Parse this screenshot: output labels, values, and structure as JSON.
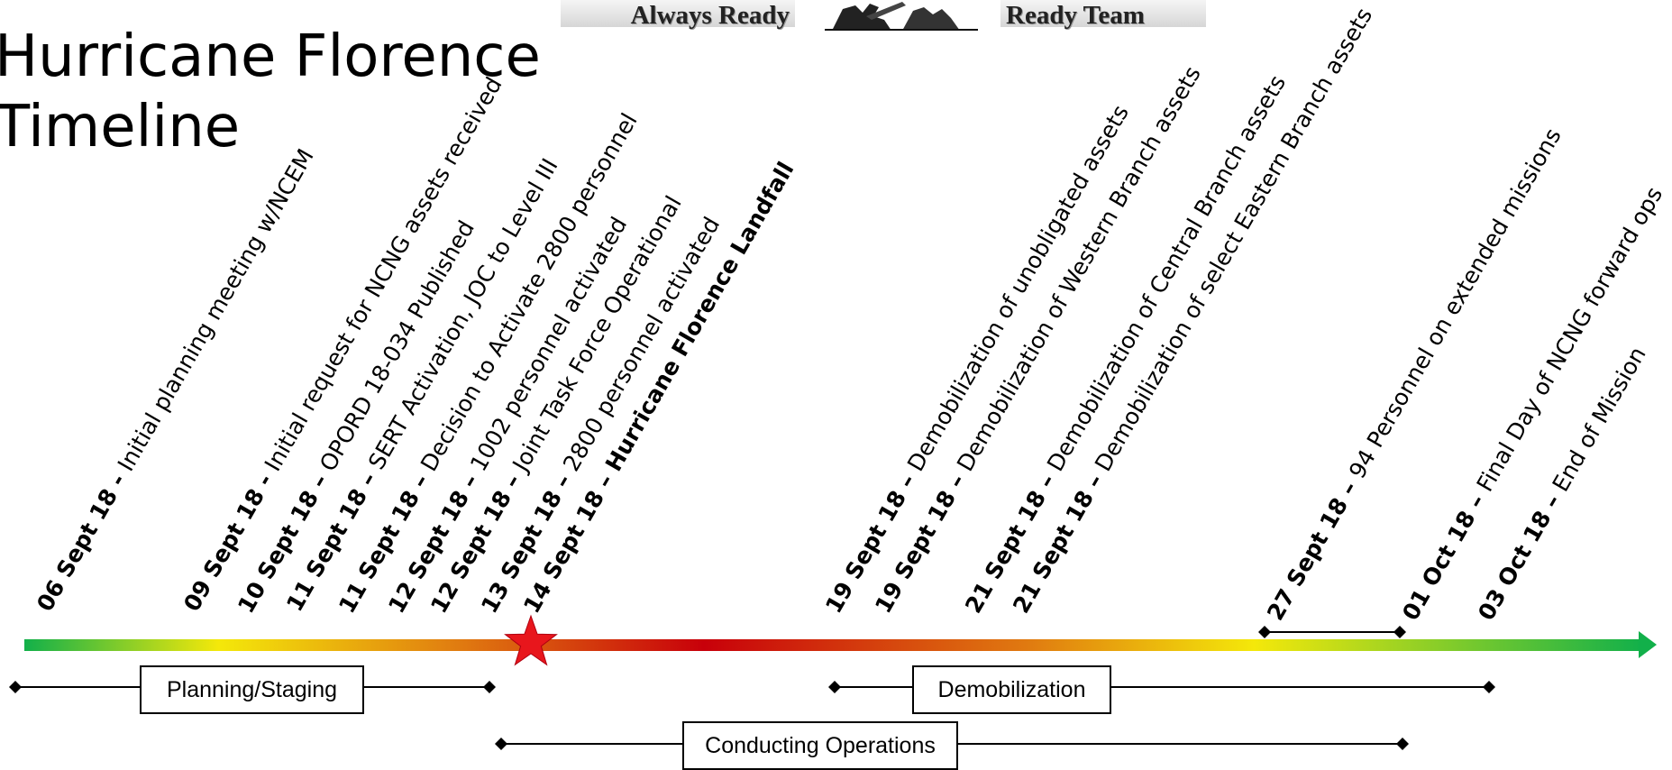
{
  "header": {
    "title_line1": "Hurricane Florence",
    "title_line2": "Timeline",
    "logo_left": "Always Ready",
    "logo_right": "Ready Team"
  },
  "colors": {
    "arrow_gradient": [
      "#12b04a",
      "#f4e80a",
      "#e07a10",
      "#c8000a",
      "#e07a10",
      "#f4e80a",
      "#12b04a"
    ],
    "star": "#e8161c",
    "text": "#000000"
  },
  "events": [
    {
      "date": "06 Sept 18",
      "sep": " - ",
      "text": "Initial planning meeting w/NCEM",
      "bold_text": false
    },
    {
      "date": "09 Sept 18",
      "sep": " - ",
      "text": "Initial request for NCNG assets received",
      "bold_text": false
    },
    {
      "date": "10 Sept 18",
      "sep": " – ",
      "text": "OPORD 18-034 Published",
      "bold_text": false
    },
    {
      "date": "11 Sept 18",
      "sep": " – ",
      "text": "SERT Activation, JOC to Level III",
      "bold_text": false
    },
    {
      "date": "11 Sept 18",
      "sep": " – ",
      "text": "Decision to Activate 2800 personnel",
      "bold_text": false
    },
    {
      "date": "12 Sept 18",
      "sep": " – ",
      "text": "1002 personnel activated",
      "bold_text": false
    },
    {
      "date": "12 Sept 18",
      "sep": " – ",
      "text": "Joint Task Force Operational",
      "bold_text": false
    },
    {
      "date": "13 Sept 18",
      "sep": " – ",
      "text": "2800 personnel activated",
      "bold_text": false
    },
    {
      "date": "14 Sept 18",
      "sep": " – ",
      "text": "Hurricane Florence Landfall",
      "bold_text": true
    },
    {
      "date": "19 Sept 18",
      "sep": " – ",
      "text": "Demobilization of unobligated assets",
      "bold_text": false
    },
    {
      "date": "19 Sept 18",
      "sep": " – ",
      "text": "Demobilization of Western Branch assets",
      "bold_text": false
    },
    {
      "date": "21 Sept 18",
      "sep": " – ",
      "text": "Demobilization of Central Branch assets",
      "bold_text": false
    },
    {
      "date": "21 Sept 18",
      "sep": " – ",
      "text": "Demobilization of select Eastern Branch assets",
      "bold_text": false
    },
    {
      "date": "27 Sept 18",
      "sep": " – ",
      "text": "94 Personnel on extended missions",
      "bold_text": false
    },
    {
      "date": "01 Oct 18",
      "sep": " – ",
      "text": "Final Day of NCNG forward ops",
      "bold_text": false
    },
    {
      "date": "03 Oct 18",
      "sep": " – ",
      "text": "End of Mission",
      "bold_text": false
    }
  ],
  "phases": {
    "planning": "Planning/Staging",
    "demobilization": "Demobilization",
    "operations": "Conducting Operations"
  }
}
